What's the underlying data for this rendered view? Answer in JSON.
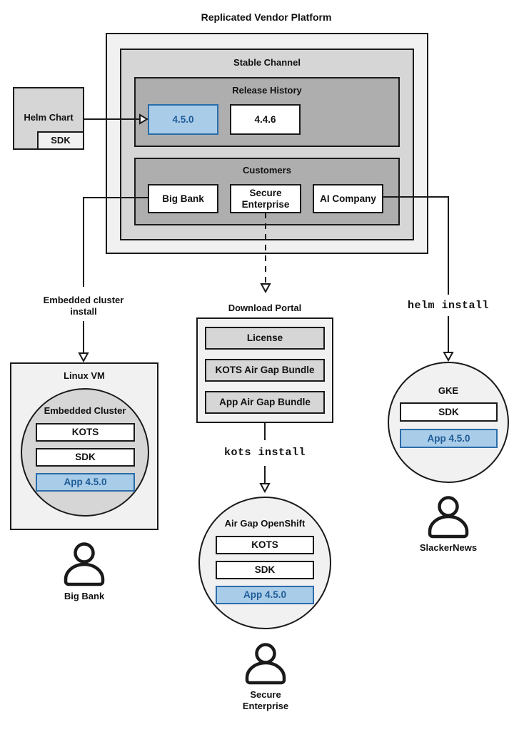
{
  "title": "Replicated Vendor Platform",
  "colors": {
    "gray_light": "#F1F1F1",
    "gray_mid": "#D6D6D6",
    "gray_dark": "#AEAEAE",
    "blue_fill": "#A9CCE9",
    "blue_border": "#2B6CA9",
    "blue_text": "#1E5C97",
    "line": "#1A1A1A"
  },
  "platform": {
    "stable_channel": {
      "label": "Stable Channel",
      "release_history": {
        "label": "Release History",
        "releases": [
          {
            "version": "4.5.0",
            "highlighted": true
          },
          {
            "version": "4.4.6",
            "highlighted": false
          }
        ]
      },
      "customers": {
        "label": "Customers",
        "items": [
          {
            "name": "Big Bank"
          },
          {
            "name": "Secure Enterprise"
          },
          {
            "name": "AI Company"
          }
        ]
      }
    }
  },
  "helm_chart": {
    "label": "Helm Chart",
    "sdk_label": "SDK"
  },
  "flows": {
    "embedded_cluster_install": "Embedded cluster install",
    "download_portal_label": "Download Portal",
    "kots_install": "kots install",
    "helm_install": "helm install"
  },
  "download_portal": {
    "items": [
      {
        "label": "License"
      },
      {
        "label": "KOTS Air Gap Bundle"
      },
      {
        "label": "App Air Gap Bundle"
      }
    ]
  },
  "linux_vm": {
    "label": "Linux VM",
    "embedded_cluster": {
      "label": "Embedded Cluster",
      "items": [
        {
          "label": "KOTS",
          "highlighted": false
        },
        {
          "label": "SDK",
          "highlighted": false
        },
        {
          "label": "App 4.5.0",
          "highlighted": true
        }
      ]
    }
  },
  "air_gap_openshift": {
    "label": "Air Gap OpenShift",
    "items": [
      {
        "label": "KOTS",
        "highlighted": false
      },
      {
        "label": "SDK",
        "highlighted": false
      },
      {
        "label": "App 4.5.0",
        "highlighted": true
      }
    ]
  },
  "gke": {
    "label": "GKE",
    "items": [
      {
        "label": "SDK",
        "highlighted": false
      },
      {
        "label": "App 4.5.0",
        "highlighted": true
      }
    ]
  },
  "users": [
    {
      "name": "Big Bank"
    },
    {
      "name": "Secure Enterprise"
    },
    {
      "name": "SlackerNews"
    }
  ]
}
